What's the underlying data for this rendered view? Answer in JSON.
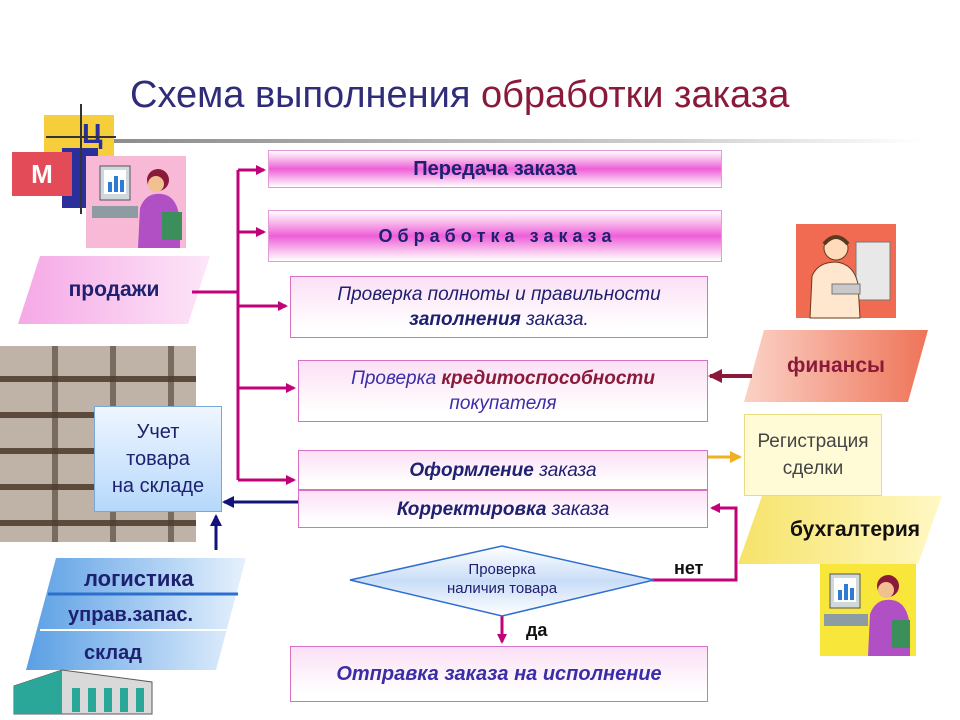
{
  "title": {
    "part1": "Схема выполнения",
    "part2": "обработки заказа"
  },
  "logo": {
    "letter_m": "М",
    "letter_c": "Ц"
  },
  "flow": {
    "step1": "Передача заказа",
    "step2": "О б р а б о т к а   з а к а з а",
    "step3": {
      "line1": "Проверка полноты и правильности",
      "line2_bold": "заполнения",
      "line2_rest": " заказа."
    },
    "step4": {
      "line1_a": "Проверка ",
      "line1_bold": "кредитоспособности",
      "line2": "покупателя"
    },
    "step5": {
      "bold": "Оформление",
      "rest": " заказа"
    },
    "step6": {
      "bold": "Корректировка",
      "rest": " заказа"
    },
    "decision": {
      "line1": "Проверка",
      "line2": "наличия товара"
    },
    "label_no": "нет",
    "label_yes": "да",
    "final": "Отправка заказа на исполнение"
  },
  "departments": {
    "sales": "продажи",
    "finance": "финансы",
    "accounting": "бухгалтерия",
    "registration": {
      "line1": "Регистрация",
      "line2": "сделки"
    },
    "stock": {
      "line1": "Учет",
      "line2": "товара",
      "line3": "на складе"
    },
    "logistics": {
      "l1": "логистика",
      "l2": "управ.запас.",
      "l3": "склад"
    }
  },
  "colors": {
    "title_blue": "#2f2d7a",
    "title_red": "#8b1a3a",
    "connector_magenta": "#c2007a",
    "arrow_navy": "#13137a",
    "arrow_gold": "#f0b020"
  }
}
